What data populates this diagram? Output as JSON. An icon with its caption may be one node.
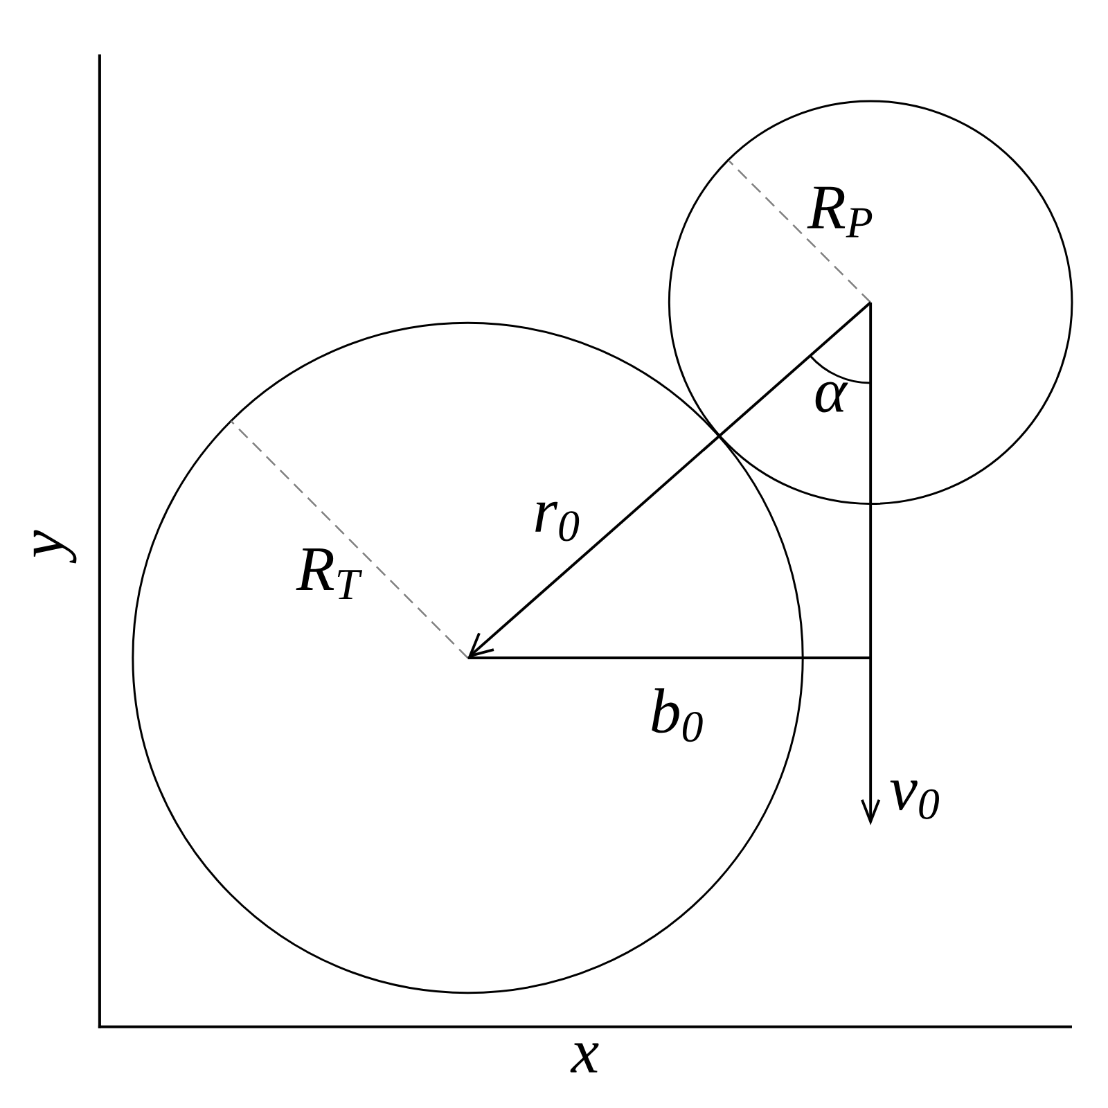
{
  "diagram": {
    "labels": [
      "R$_{P}$",
      "α",
      "r$_{0}$",
      "R$_{T}$",
      "b$_{0}$",
      "v$_{0}$",
      "y",
      "x"
    ]
  }
}
